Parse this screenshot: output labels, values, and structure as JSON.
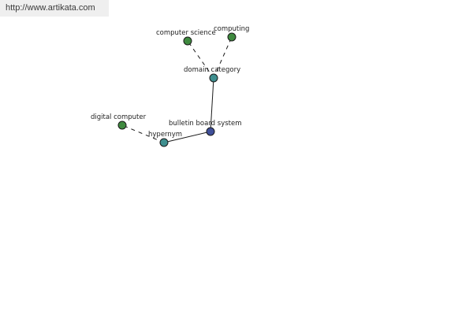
{
  "watermark": {
    "text": "http://www.artikata.com"
  },
  "colors": {
    "main": "#3f4f99",
    "relation": "#3f8f8f",
    "concept": "#3f8a3f",
    "stroke": "#1a1a1a"
  },
  "nodes": [
    {
      "id": "bbs",
      "label": "bulletin board system",
      "kind": "main"
    },
    {
      "id": "domain",
      "label": "domain category",
      "kind": "relation"
    },
    {
      "id": "cs",
      "label": "computer science",
      "kind": "concept"
    },
    {
      "id": "computing",
      "label": "computing",
      "kind": "concept"
    },
    {
      "id": "hypernym",
      "label": "hypernym",
      "kind": "relation"
    },
    {
      "id": "digital",
      "label": "digital computer",
      "kind": "concept"
    }
  ],
  "edges": [
    {
      "from": "bbs",
      "to": "domain",
      "style": "solid"
    },
    {
      "from": "bbs",
      "to": "hypernym",
      "style": "solid"
    },
    {
      "from": "domain",
      "to": "cs",
      "style": "dashed"
    },
    {
      "from": "domain",
      "to": "computing",
      "style": "dashed"
    },
    {
      "from": "hypernym",
      "to": "digital",
      "style": "dashed"
    }
  ]
}
